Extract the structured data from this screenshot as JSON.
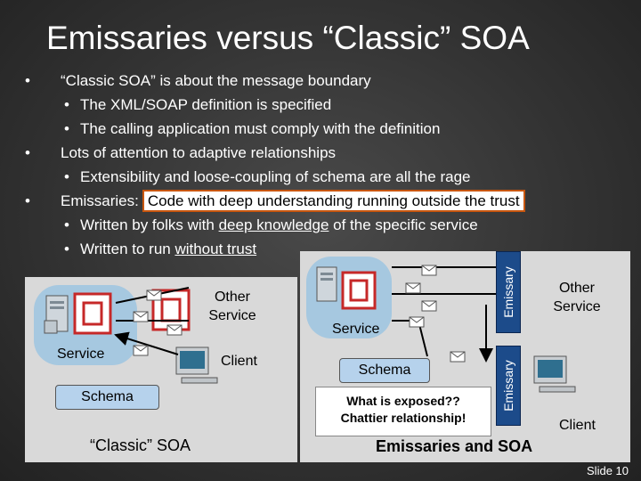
{
  "title": "Emissaries versus “Classic” SOA",
  "bullets": [
    {
      "level": 1,
      "text": "“Classic SOA” is about the message boundary"
    },
    {
      "level": 2,
      "text": "The XML/SOAP definition is specified"
    },
    {
      "level": 2,
      "text": "The calling application must comply with the definition"
    },
    {
      "level": 1,
      "text": "Lots of attention to adaptive relationships"
    },
    {
      "level": 2,
      "text": "Extensibility and loose-coupling of schema are all the rage"
    },
    {
      "level": 1,
      "prefix": "Emissaries:",
      "highlight": "Code with deep understanding running outside the trust"
    },
    {
      "level": 2,
      "pre": "Written by folks with ",
      "underline": "deep knowledge",
      "post": " of the specific service"
    },
    {
      "level": 2,
      "pre": "Written to run ",
      "underline": "without trust",
      "post": ""
    }
  ],
  "left_diagram": {
    "other_service": "Other\nService",
    "service": "Service",
    "client": "Client",
    "schema": "Schema",
    "caption": "“Classic” SOA"
  },
  "right_diagram": {
    "service": "Service",
    "schema": "Schema",
    "note_line1": "What is exposed??",
    "note_line2": "Chattier relationship!",
    "emissary_top": "Emissary",
    "emissary_bottom": "Emissary",
    "other_service": "Other\nService",
    "client": "Client",
    "caption": "Emissaries and SOA"
  },
  "slide_number": "Slide 10",
  "colors": {
    "panel": "#d9d9d9",
    "service_blob": "#a6c8e0",
    "emissary": "#1c4b8a",
    "highlight_border": "#c8560e"
  }
}
